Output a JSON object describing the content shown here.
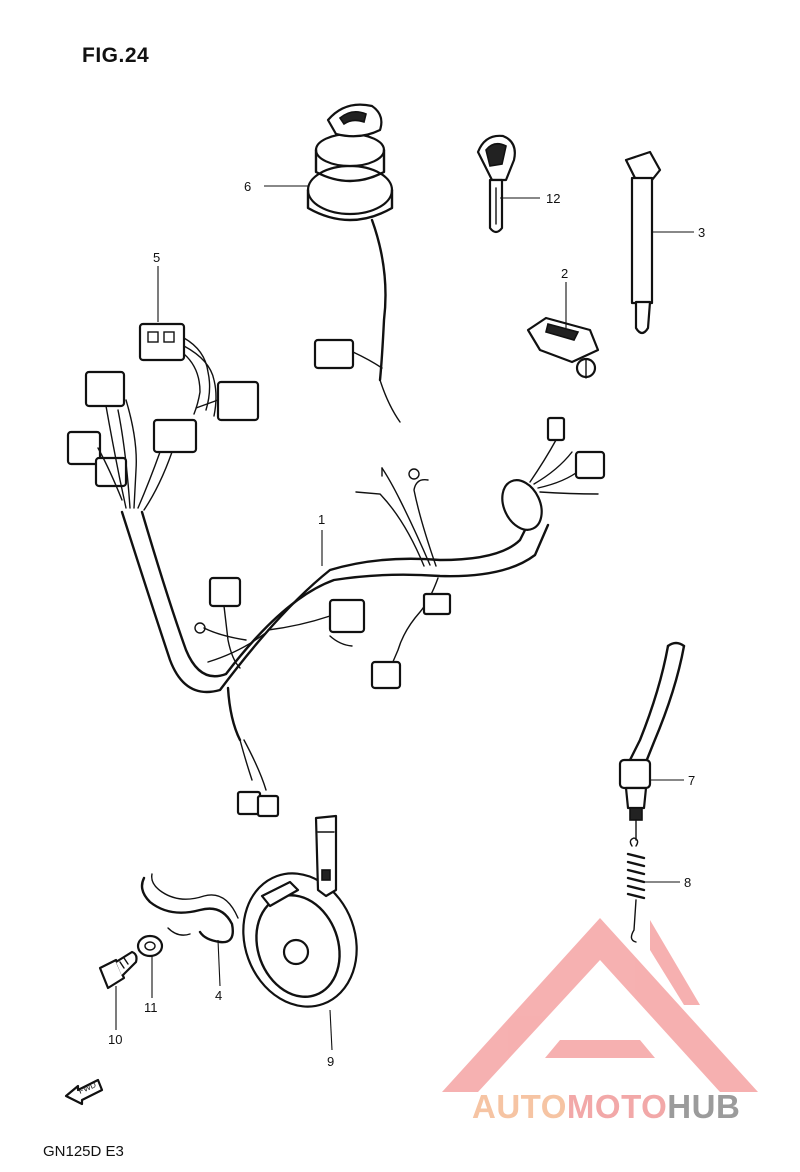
{
  "figure": {
    "title": "FIG.24",
    "model": "GN125D  E3"
  },
  "callouts": [
    {
      "id": "1",
      "label": "1",
      "part": "wiring-harness"
    },
    {
      "id": "2",
      "label": "2",
      "part": "clutch-lever-switch"
    },
    {
      "id": "3",
      "label": "3",
      "part": "band"
    },
    {
      "id": "4",
      "label": "4",
      "part": "clamp"
    },
    {
      "id": "5",
      "label": "5",
      "part": "sub-harness"
    },
    {
      "id": "6",
      "label": "6",
      "part": "ignition-switch"
    },
    {
      "id": "7",
      "label": "7",
      "part": "rear-brake-light-switch"
    },
    {
      "id": "8",
      "label": "8",
      "part": "spring"
    },
    {
      "id": "9",
      "label": "9",
      "part": "horn"
    },
    {
      "id": "10",
      "label": "10",
      "part": "bolt"
    },
    {
      "id": "11",
      "label": "11",
      "part": "washer"
    },
    {
      "id": "12",
      "label": "12",
      "part": "key"
    }
  ],
  "direction_marker": "FWD",
  "watermark": {
    "auto": "AUTO",
    "moto": "MOTO",
    "hub": "HUB",
    "colors": {
      "auto": "#f6c4a3",
      "moto": "#f2a8a8",
      "hub": "#9b9b9b",
      "triangle": "#f5a3a3"
    }
  }
}
